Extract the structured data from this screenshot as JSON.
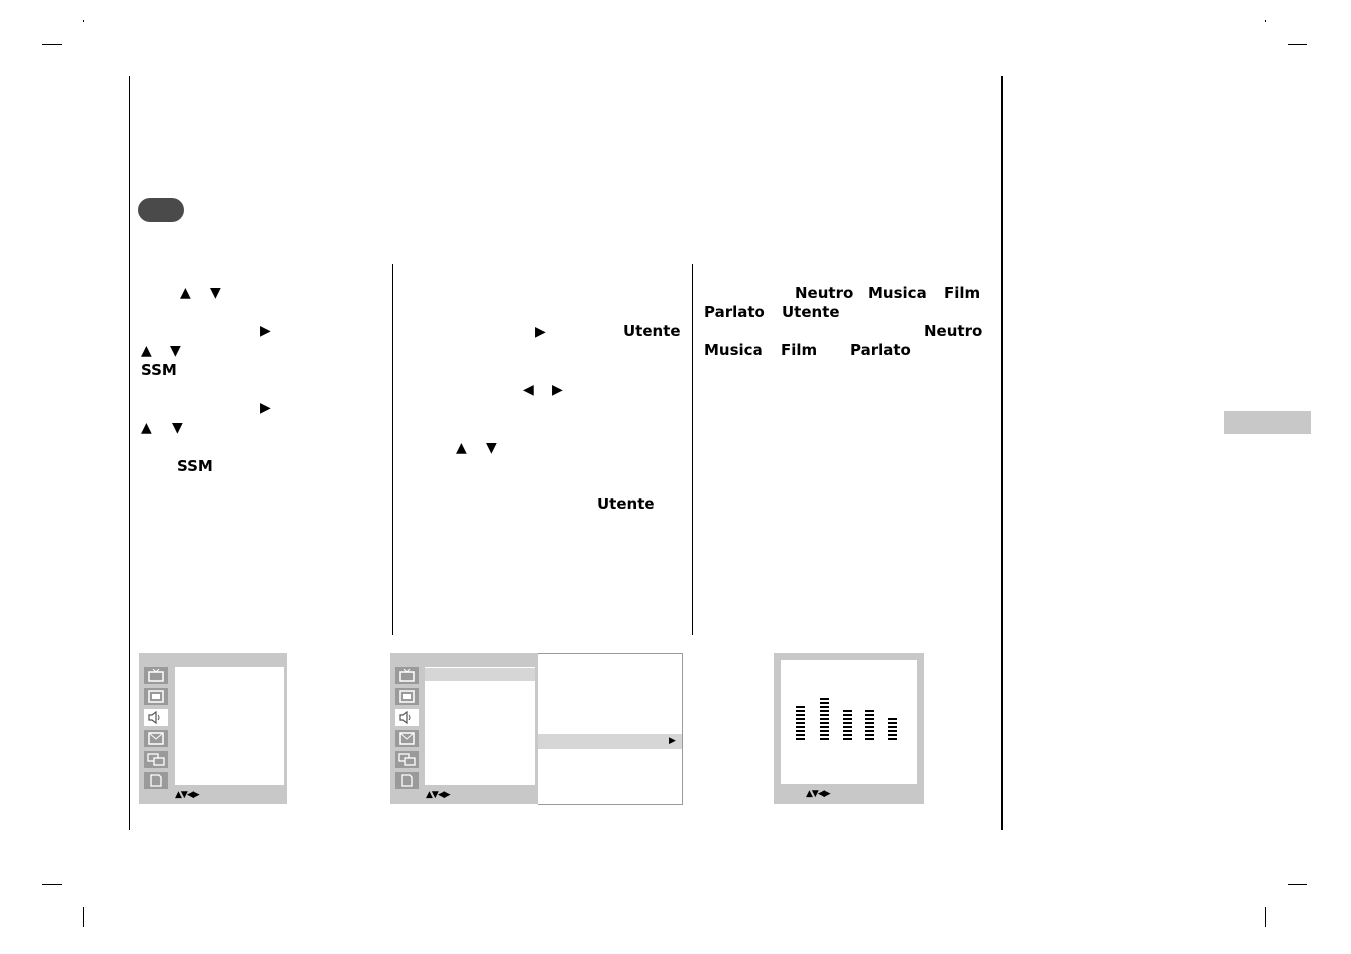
{
  "colors": {
    "badge": "#4a4a4a",
    "osd_frame": "#c8c8c8",
    "osd_icon": "#9a9a9a",
    "tab": "#c8c8c8"
  },
  "col1": {
    "ssm_a": "SSM",
    "ssm_b": "SSM"
  },
  "col2": {
    "utente_a": "Utente",
    "utente_b": "Utente"
  },
  "col3": {
    "row1": [
      "Neutro",
      "Musica",
      "Film"
    ],
    "row2": [
      "Parlato",
      "Utente"
    ],
    "row3": [
      "Neutro"
    ],
    "row4": [
      "Musica",
      "Film",
      "Parlato"
    ]
  },
  "icons": {
    "up": "up-arrow-icon",
    "down": "down-arrow-icon",
    "left": "left-arrow-icon",
    "right": "right-arrow-icon",
    "osd_menu": [
      "tv-icon",
      "picture-icon",
      "sound-icon",
      "time-icon",
      "screen-icon",
      "option-icon"
    ]
  },
  "osd": {
    "nav_hint": "▲▼◀▶",
    "submenu_arrow": "▶"
  },
  "equalizer": {
    "levels": [
      0.6,
      0.75,
      0.5,
      0.55,
      0.4
    ]
  }
}
